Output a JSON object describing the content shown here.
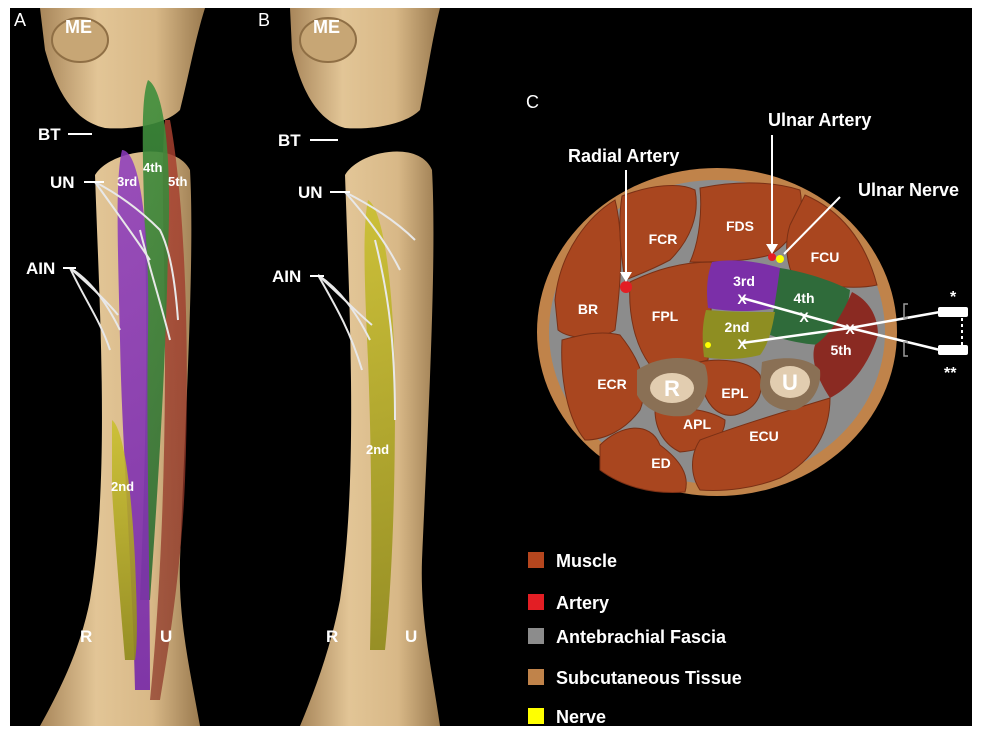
{
  "panels": {
    "a": {
      "letter": "A",
      "labels": {
        "me": "ME",
        "bt": "BT",
        "un": "UN",
        "ain": "AIN",
        "third": "3rd",
        "fourth": "4th",
        "fifth": "5th",
        "second": "2nd",
        "r": "R",
        "u": "U"
      }
    },
    "b": {
      "letter": "B",
      "labels": {
        "me": "ME",
        "bt": "BT",
        "un": "UN",
        "ain": "AIN",
        "second": "2nd",
        "r": "R",
        "u": "U"
      }
    },
    "c": {
      "letter": "C",
      "callouts": {
        "radial_artery": "Radial Artery",
        "ulnar_artery": "Ulnar Artery",
        "ulnar_nerve": "Ulnar Nerve"
      },
      "muscles": {
        "fcr": "FCR",
        "fds": "FDS",
        "fcu": "FCU",
        "br": "BR",
        "fpl": "FPL",
        "third": "3rd",
        "fourth": "4th",
        "second": "2nd",
        "fifth": "5th",
        "ecr": "ECR",
        "epl": "EPL",
        "apl": "APL",
        "ecu": "ECU",
        "ed": "ED",
        "radius": "R",
        "ulna": "U"
      },
      "markers": {
        "single": "*",
        "double": "**",
        "cross": "X"
      }
    }
  },
  "legend": [
    {
      "label": "Muscle",
      "color": "#b5461e"
    },
    {
      "label": "Artery",
      "color": "#e31e24"
    },
    {
      "label": "Antebrachial Fascia",
      "color": "#8c8c8c"
    },
    {
      "label": "Subcutaneous Tissue",
      "color": "#c0834a"
    },
    {
      "label": "Nerve",
      "color": "#ffff00"
    }
  ],
  "colors": {
    "background": "#000000",
    "bone": "#d9b98a",
    "muscle": "#a9461f",
    "fascia": "#8c8c8c",
    "subcutaneous": "#c0834a",
    "nerve": "#ffff00",
    "artery": "#e31e24",
    "compartment_3rd": "#7b2fa8",
    "compartment_4th": "#2f6b3a",
    "compartment_2nd": "#8e8e22",
    "compartment_5th": "#8a2a22"
  }
}
